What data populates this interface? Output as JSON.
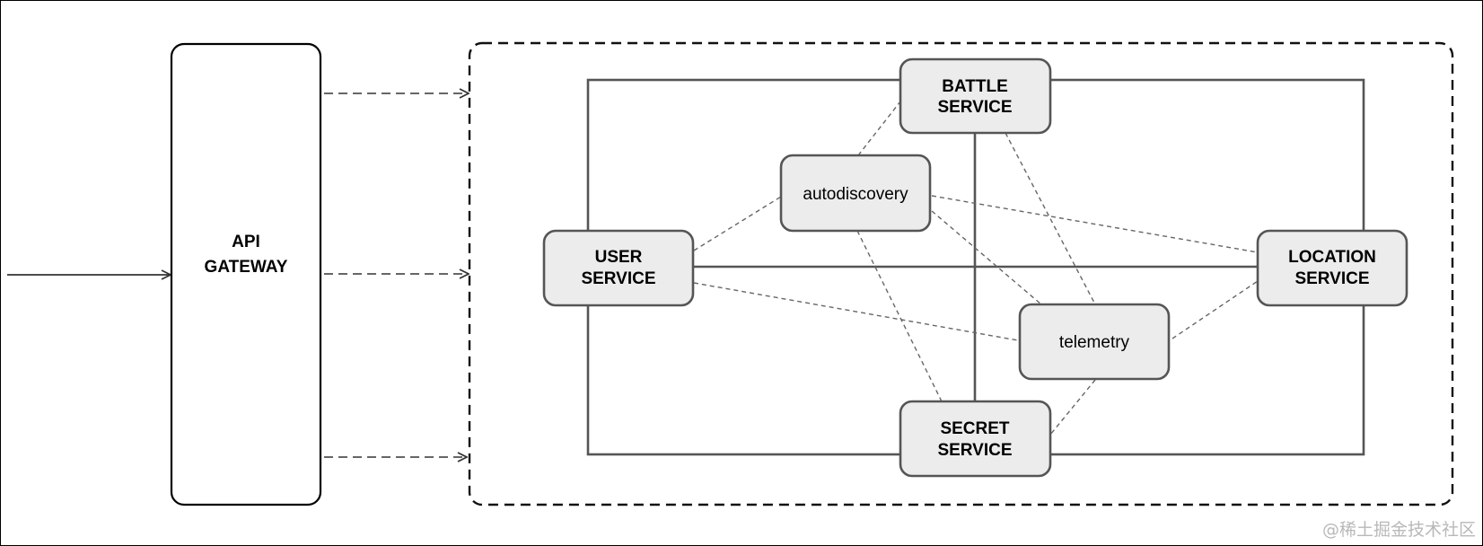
{
  "api_gateway": {
    "line1": "API",
    "line2": "GATEWAY"
  },
  "services": {
    "battle": {
      "line1": "BATTLE",
      "line2": "SERVICE"
    },
    "user": {
      "line1": "USER",
      "line2": "SERVICE"
    },
    "location": {
      "line1": "LOCATION",
      "line2": "SERVICE"
    },
    "secret": {
      "line1": "SECRET",
      "line2": "SERVICE"
    },
    "autodiscovery": {
      "label": "autodiscovery"
    },
    "telemetry": {
      "label": "telemetry"
    }
  },
  "watermark": "@稀土掘金技术社区",
  "colors": {
    "node_fill": "#ececec",
    "node_stroke": "#555555",
    "line": "#555555",
    "dashed_line": "#666666"
  }
}
